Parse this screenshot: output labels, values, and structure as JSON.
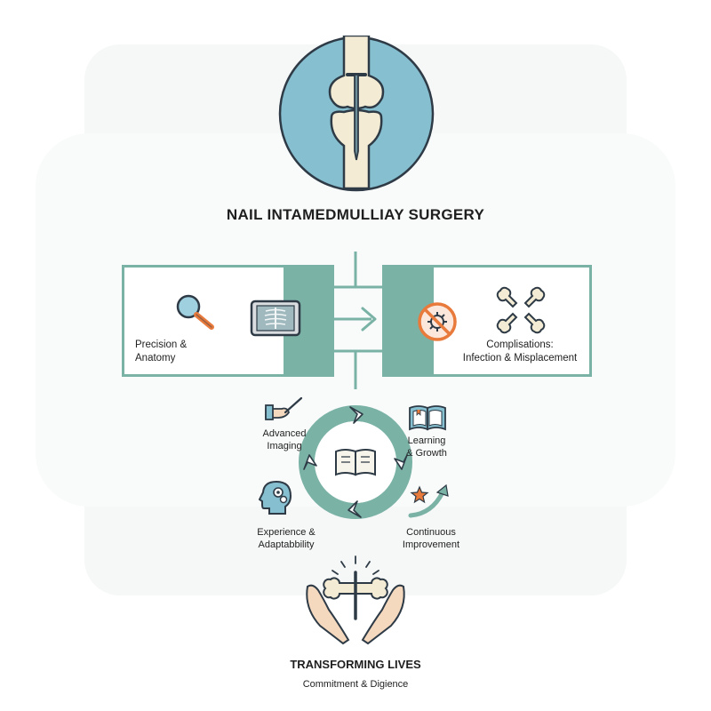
{
  "title": "NAIL INTAMEDMULLIAY SURGERY",
  "panels": {
    "left": {
      "label_line1": "Precision &",
      "label_line2": "Anatomy"
    },
    "right": {
      "label_line1": "Complisations:",
      "label_line2": "Infection & Misplacement"
    }
  },
  "cycle": {
    "advanced_imaging": [
      "Advanced",
      "Imaging"
    ],
    "learning_growth": [
      "Learning",
      "& Growth"
    ],
    "experience_adaptability": [
      "Experience &",
      "Adaptabbility"
    ],
    "continuous_improvement": [
      "Continuous",
      "Improvement"
    ]
  },
  "footer": {
    "title": "TRANSFORMING LIVES",
    "subtitle": "Commitment & Digience"
  },
  "colors": {
    "teal": "#7ab3a6",
    "circle_blue": "#86bfd0",
    "bone": "#f3ebd3",
    "outline": "#2e3b46",
    "orange": "#e87a3c"
  }
}
